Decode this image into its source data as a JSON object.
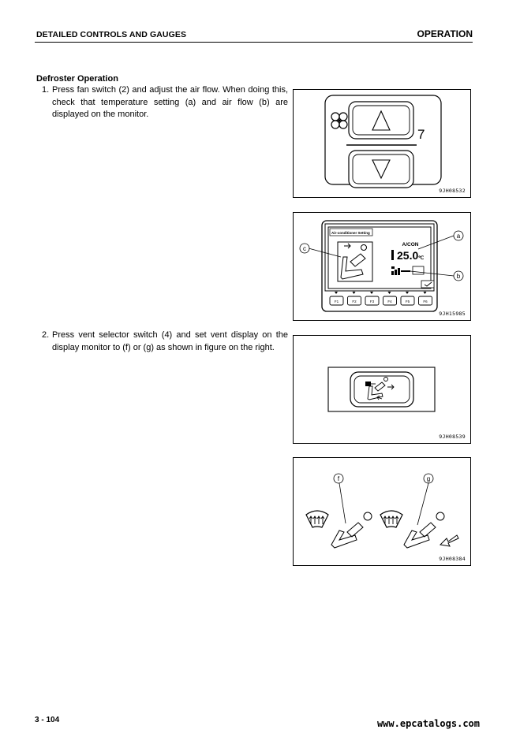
{
  "header": {
    "section": "DETAILED CONTROLS AND GAUGES",
    "chapter": "OPERATION"
  },
  "main": {
    "title": "Defroster Operation",
    "steps": [
      {
        "num": "1.",
        "text": "Press fan switch (2) and adjust the air flow. When doing this, check that temperature setting (a) and air flow (b) are displayed on the monitor."
      },
      {
        "num": "2.",
        "text": "Press vent selector switch (4) and set vent display on the display monitor to (f) or (g) as shown in figure on the right."
      }
    ]
  },
  "figures": {
    "fan_switch": {
      "code": "9JH08532",
      "label": "7",
      "icons": [
        "fan-icon",
        "up-arrow-icon",
        "down-arrow-icon"
      ]
    },
    "monitor": {
      "code": "9JH15985",
      "screen_title": "Air-conditioner Setting",
      "mode": "A/CON",
      "temperature": "25.0",
      "unit": "℃",
      "callouts": [
        "c",
        "a",
        "b"
      ],
      "function_keys": [
        "F1",
        "F2",
        "F3",
        "F4",
        "F5",
        "F6"
      ]
    },
    "vent_switch": {
      "code": "9JH08539"
    },
    "vent_modes": {
      "code": "9JH08384",
      "callouts": [
        "f",
        "g"
      ]
    }
  },
  "footer": {
    "page": "3 - 104",
    "site": "www.epcatalogs.com"
  }
}
